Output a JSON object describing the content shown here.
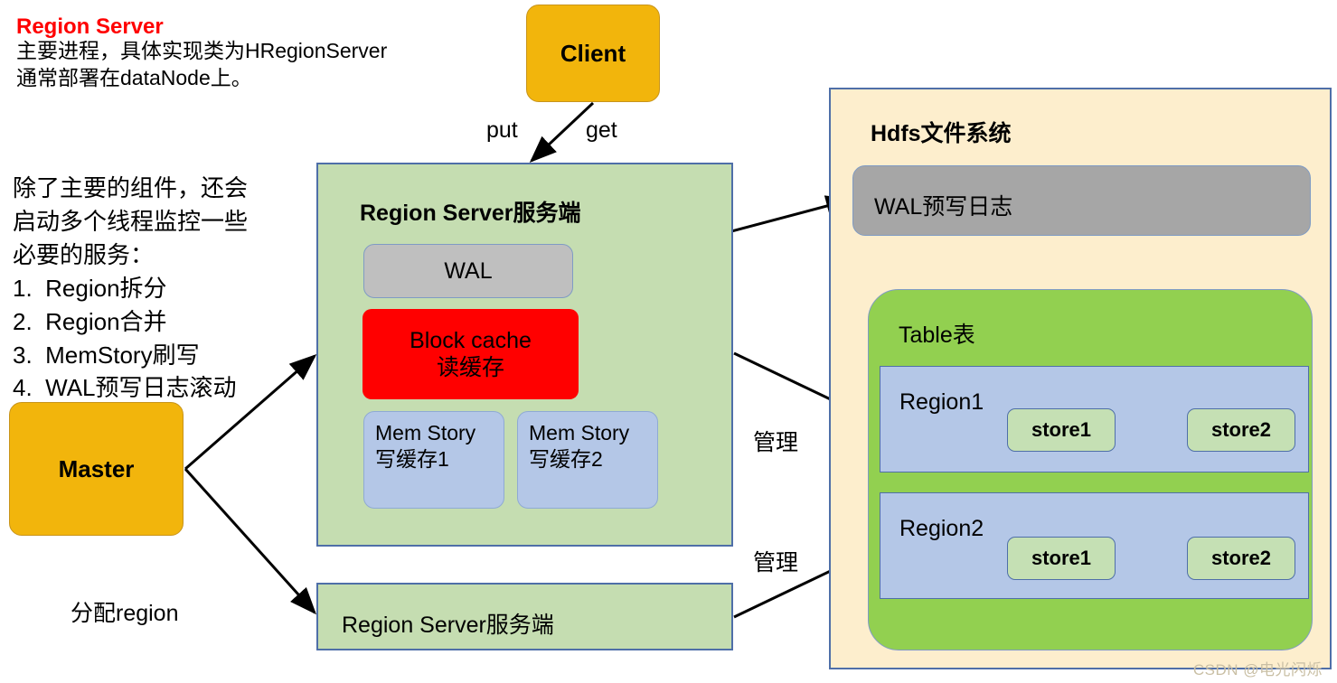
{
  "notes": {
    "title": "Region Server",
    "body": "主要进程，具体实现类为HRegionServer\n通常部署在dataNode上。",
    "services": "除了主要的组件，还会\n启动多个线程监控一些\n必要的服务：\n1.  Region拆分\n2.  Region合并\n3.  MemStory刷写\n4.  WAL预写日志滚动"
  },
  "nodes": {
    "client": "Client",
    "master": "Master",
    "region_server_main": "Region Server服务端",
    "region_server_second": "Region Server服务端",
    "wal_inner": "WAL",
    "block_cache": "Block cache\n读缓存",
    "block_cache_line1": "Block cache",
    "block_cache_line2": "读缓存",
    "mem_store_1": "Mem Story\n写缓存1",
    "mem_store_2": "Mem Story\n写缓存2",
    "hdfs": "Hdfs文件系统",
    "hdfs_wal": "WAL预写日志",
    "table": "Table表",
    "region1": "Region1",
    "region2": "Region2",
    "store1_1": "store1",
    "store1_2": "store2",
    "store2_1": "store1",
    "store2_2": "store2"
  },
  "edges": {
    "put": "put",
    "get": "get",
    "manage_1": "管理",
    "manage_2": "管理",
    "assign_region": "分配region"
  },
  "watermark": "CSDN @电光闪烁",
  "colors": {
    "note_title": "#FF0000",
    "orange_fill": "#F2B50C",
    "region_server_fill": "#C5DDB1",
    "block_cache_fill": "#FF0000",
    "mem_store_fill": "#B4C7E7",
    "hdfs_fill": "#FDEECD",
    "hdfs_wal_fill": "#A6A6A6",
    "table_fill": "#92D050",
    "region_fill": "#B4C7E7",
    "store_fill": "#C5E0B4",
    "border_blue": "#4F6FA8"
  }
}
